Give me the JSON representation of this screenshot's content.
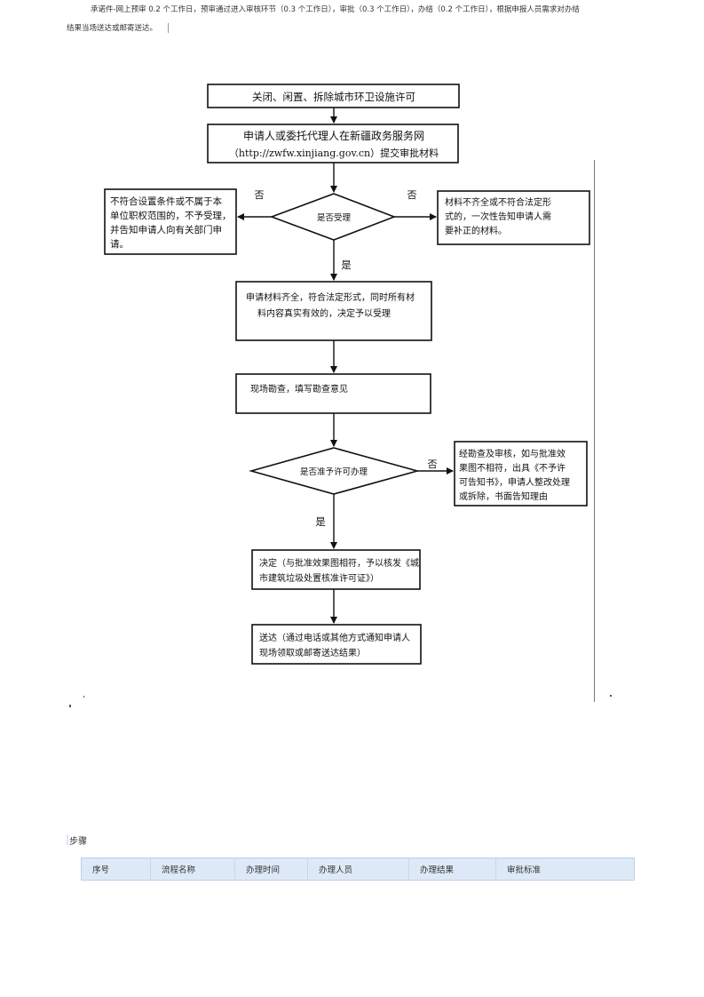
{
  "intro": {
    "line1": "承诺件-网上预审 0.2 个工作日，预审通过进入审核环节（0.3 个工作日），审批（0.3 个工作日），办结（0.2 个工作日），根据申报人员需求对办结",
    "line2": "结果当场送达或邮寄送达。"
  },
  "flowchart": {
    "title_box": "关闭、闲置、拆除城市环卫设施许可",
    "submit_box": {
      "line1": "申请人或委托代理人在新疆政务服务网",
      "line2": "（http://zwfw.xinjiang.gov.cn）提交审批材料"
    },
    "decision1": "是否受理",
    "decision1_left_label": "否",
    "decision1_right_label": "否",
    "reject_box_lines": [
      "不符合设置条件或不属于本",
      "单位职权范围的，不予受理，",
      "并告知申请人向有关部门申",
      "请。"
    ],
    "supplement_box_lines": [
      "材料不齐全或不符合法定形",
      "式的，一次性告知申请人需",
      "要补正的材料。"
    ],
    "decision1_yes_label": "是",
    "accept_box_lines": [
      "申请材料齐全，符合法定形式，同时所有材",
      "料内容真实有效的，决定予以受理"
    ],
    "inspect_box": "现场勘查，填写勘查意见",
    "decision2": "是否准予许可办理",
    "decision2_no_label": "否",
    "deny_box_lines": [
      "经勘查及审核，如与批准效",
      "果图不相符，出具《不予许",
      "可告知书》，申请人整改处理",
      "或拆除，书面告知理由"
    ],
    "decision2_yes_label": "是",
    "decide_box_lines": [
      "决定（与批准效果图相符，予以核发《城",
      "市建筑垃圾处置核准许可证》）"
    ],
    "deliver_box_lines": [
      "送达（通过电话或其他方式通知申请人",
      "现场领取或邮寄送达结果）"
    ]
  },
  "steps": {
    "label": "步骤",
    "headers": [
      "序号",
      "流程名称",
      "办理时间",
      "办理人员",
      "办理结果",
      "审批标准"
    ]
  },
  "colors": {
    "table_header_bg": "#dde9f7",
    "table_border": "#bcd0e8"
  }
}
